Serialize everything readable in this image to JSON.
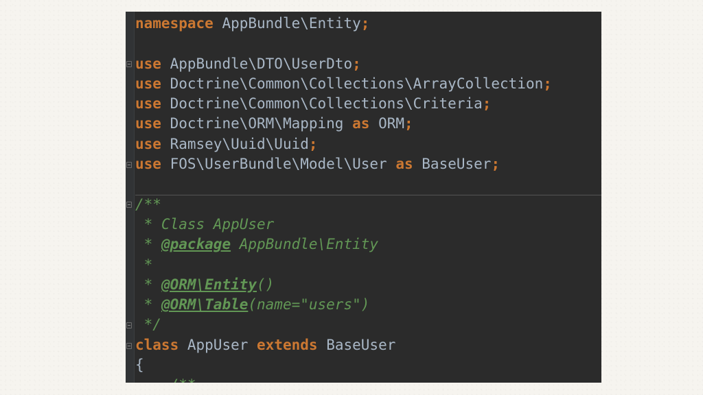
{
  "code": {
    "namespace_kw": "namespace",
    "namespace_name": "AppBundle\\Entity",
    "semi": ";",
    "use_kw": "use",
    "as_kw": "as",
    "uses": [
      "AppBundle\\DTO\\UserDto",
      "Doctrine\\Common\\Collections\\ArrayCollection",
      "Doctrine\\Common\\Collections\\Criteria",
      "Doctrine\\ORM\\Mapping",
      "Ramsey\\Uuid\\Uuid",
      "FOS\\UserBundle\\Model\\User"
    ],
    "use_aliases": {
      "orm": "ORM",
      "baseuser": "BaseUser"
    },
    "doc": {
      "open": "/**",
      "class_line": " * Class AppUser",
      "star": " * ",
      "star_only": " *",
      "package_tag": "@package",
      "package_value": " AppBundle\\Entity",
      "entity_tag": "@ORM\\Entity",
      "entity_args": "()",
      "table_tag": "@ORM\\Table",
      "table_args": "(name=\"users\")",
      "close": " */"
    },
    "class_kw": "class",
    "class_name": "AppUser",
    "extends_kw": "extends",
    "parent_name": "BaseUser",
    "brace": "{",
    "partial_line": "    /**"
  }
}
